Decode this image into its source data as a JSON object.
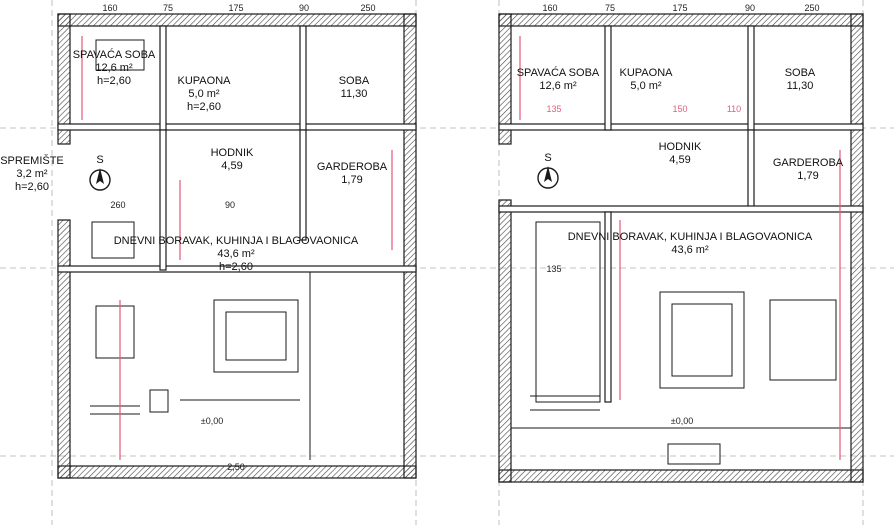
{
  "colors": {
    "ink": "#1a1a1a",
    "wall_hatch": "#555555",
    "accent_red": "#e05a78",
    "guide_dash": "#b0b0b0"
  },
  "left_plan": {
    "rooms": [
      {
        "id": "spavaca-left",
        "name": "SPAVAĆA SOBA",
        "area": "12,6 m²",
        "height": "h=2,60"
      },
      {
        "id": "kupaona-left",
        "name": "KUPAONA",
        "area": "5,0 m²",
        "height": "h=2,60"
      },
      {
        "id": "soba-left",
        "name": "SOBA",
        "area": "11,30",
        "height": ""
      },
      {
        "id": "hodnik-left",
        "name": "HODNIK",
        "area": "4,59",
        "height": ""
      },
      {
        "id": "spremiste-left",
        "name": "SPREMIŠTE",
        "area": "3,2 m²",
        "height": "h=2,60"
      },
      {
        "id": "garderoba-left",
        "name": "GARDEROBA",
        "area": "1,79",
        "height": ""
      },
      {
        "id": "dnevni-left",
        "name": "DNEVNI BORAVAK, KUHINJA I BLAGOVAONICA",
        "area": "43,6 m²",
        "height": "h=2,60"
      }
    ],
    "dims_top": [
      "160",
      "75",
      "175",
      "90",
      "250"
    ],
    "dims_misc": [
      "260",
      "90",
      "±0,00",
      "2,50"
    ]
  },
  "right_plan": {
    "rooms": [
      {
        "id": "spavaca-right",
        "name": "SPAVAĆA SOBA",
        "area": "12,6 m²",
        "height": ""
      },
      {
        "id": "kupaona-right",
        "name": "KUPAONA",
        "area": "5,0 m²",
        "height": ""
      },
      {
        "id": "soba-right",
        "name": "SOBA",
        "area": "11,30",
        "height": ""
      },
      {
        "id": "hodnik-right",
        "name": "HODNIK",
        "area": "4,59",
        "height": ""
      },
      {
        "id": "garderoba-right",
        "name": "GARDEROBA",
        "area": "1,79",
        "height": ""
      },
      {
        "id": "dnevni-right",
        "name": "DNEVNI BORAVAK, KUHINJA I BLAGOVAONICA",
        "area": "43,6 m²",
        "height": ""
      }
    ],
    "dims_top": [
      "160",
      "75",
      "175",
      "90",
      "250"
    ],
    "dims_misc": [
      "135",
      "150",
      "110",
      "135",
      "±0,00"
    ]
  },
  "north_arrows": [
    {
      "id": "north-left",
      "label": "S"
    },
    {
      "id": "north-right",
      "label": "S"
    }
  ]
}
